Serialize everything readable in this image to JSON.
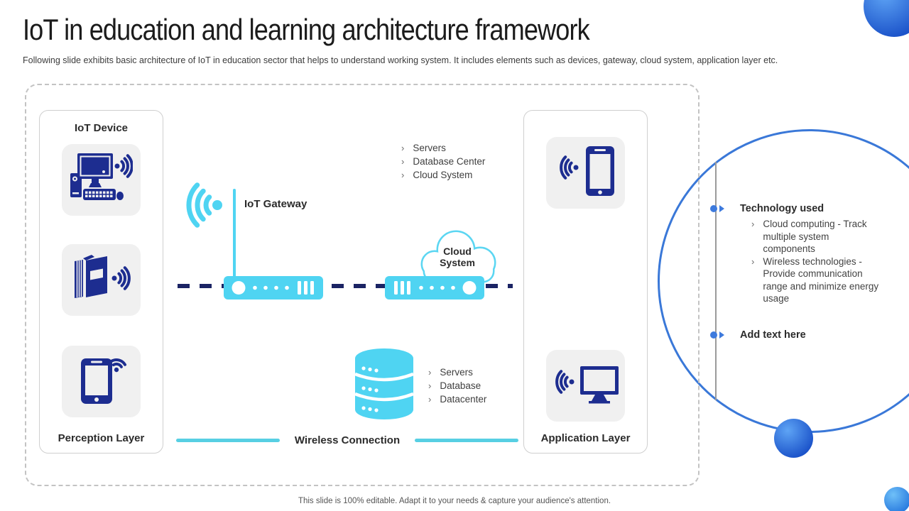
{
  "slide": {
    "title": "IoT in education and learning architecture framework",
    "subtitle": "Following slide exhibits basic architecture of IoT in education sector that helps to understand working system. It includes elements such as devices, gateway, cloud system, application layer etc.",
    "footer_note": "This slide is 100% editable. Adapt it to your needs & capture your audience's attention."
  },
  "glyphs": {
    "chevron": "›"
  },
  "perception_box": {
    "header": "IoT Device",
    "footer": "Perception Layer"
  },
  "application_box": {
    "footer": "Application Layer"
  },
  "gateway": {
    "label": "IoT Gateway"
  },
  "cloud": {
    "label": "Cloud System"
  },
  "wireless": {
    "label": "Wireless Connection"
  },
  "cloud_services_list": {
    "items": [
      "Servers",
      "Database Center",
      "Cloud System"
    ]
  },
  "datacenter_list": {
    "items": [
      "Servers",
      "Database",
      "Datacenter"
    ]
  },
  "sidebar": {
    "bullet1": {
      "title": "Technology used",
      "items": [
        "Cloud computing - Track multiple system components",
        "Wireless technologies - Provide communication range and minimize energy usage"
      ]
    },
    "bullet2": {
      "title": "Add text here"
    }
  },
  "colors": {
    "icon_navy": "#1d2d90",
    "cyan": "#4fd4f2",
    "teal_line": "#57cfe3",
    "dash_navy": "#1b2464",
    "orbit_blue": "#3a78d8",
    "bullet_blue": "#3d7add"
  }
}
